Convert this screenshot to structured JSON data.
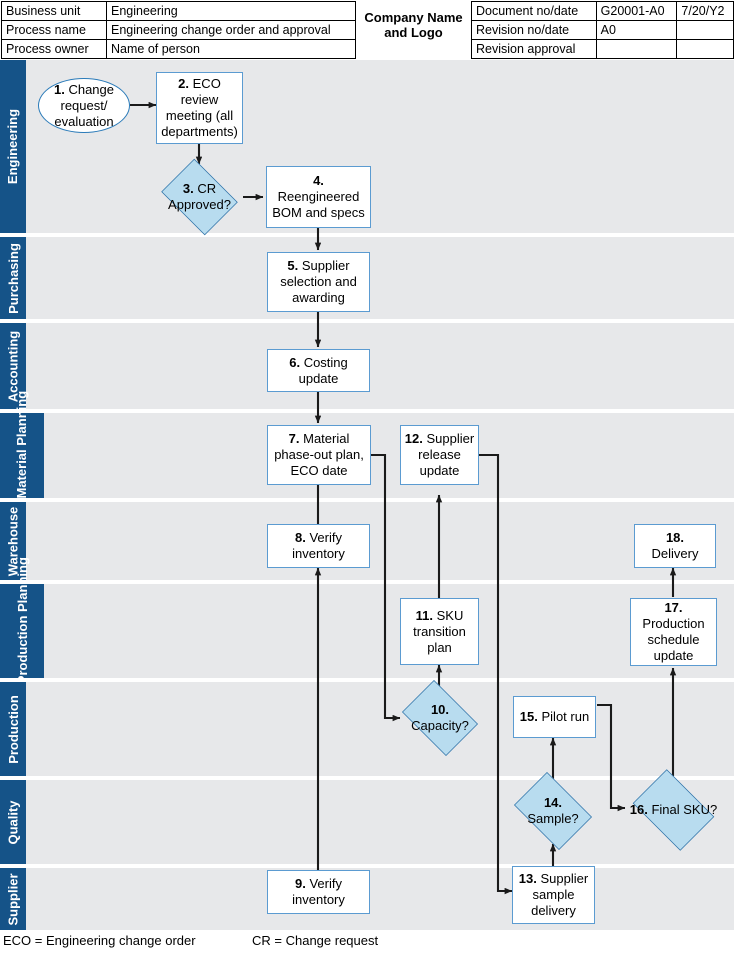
{
  "header": {
    "left_rows": [
      {
        "key": "Business unit",
        "value": "Engineering"
      },
      {
        "key": "Process name",
        "value": "Engineering change order and approval"
      },
      {
        "key": "Process owner",
        "value": "Name of person"
      }
    ],
    "company_title": "Company Name and Logo",
    "right_rows": [
      {
        "key": "Document no/date",
        "value": "G20001-A0",
        "value2": "7/20/Y2"
      },
      {
        "key": "Revision no/date",
        "value": "A0",
        "value2": ""
      },
      {
        "key": "Revision approval",
        "value": "",
        "value2": ""
      }
    ]
  },
  "lanes": [
    {
      "id": "engineering",
      "label": "Engineering"
    },
    {
      "id": "purchasing",
      "label": "Purchasing"
    },
    {
      "id": "accounting",
      "label": "Accounting"
    },
    {
      "id": "sc-material-planning",
      "label": "SC Material Planning"
    },
    {
      "id": "warehouse",
      "label": "Warehouse"
    },
    {
      "id": "sc-production-planning",
      "label": "SC Production Planning"
    },
    {
      "id": "production",
      "label": "Production"
    },
    {
      "id": "quality",
      "label": "Quality"
    },
    {
      "id": "supplier",
      "label": "Supplier"
    }
  ],
  "nodes": [
    {
      "id": 1,
      "num": "1.",
      "text": "Change request/ evaluation",
      "shape": "terminator",
      "lane": "engineering"
    },
    {
      "id": 2,
      "num": "2.",
      "text": "ECO review meeting (all departments)",
      "shape": "process",
      "lane": "engineering"
    },
    {
      "id": 3,
      "num": "3.",
      "text": "CR Approved?",
      "shape": "decision",
      "lane": "engineering"
    },
    {
      "id": 4,
      "num": "4.",
      "text": "Reengineered BOM and specs",
      "shape": "process",
      "lane": "engineering"
    },
    {
      "id": 5,
      "num": "5.",
      "text": "Supplier selection and awarding",
      "shape": "process",
      "lane": "purchasing"
    },
    {
      "id": 6,
      "num": "6.",
      "text": "Costing update",
      "shape": "process",
      "lane": "accounting"
    },
    {
      "id": 7,
      "num": "7.",
      "text": "Material phase-out plan, ECO date",
      "shape": "process",
      "lane": "sc-material-planning"
    },
    {
      "id": 8,
      "num": "8.",
      "text": "Verify inventory",
      "shape": "process",
      "lane": "warehouse"
    },
    {
      "id": 9,
      "num": "9.",
      "text": "Verify inventory",
      "shape": "process",
      "lane": "supplier"
    },
    {
      "id": 10,
      "num": "10.",
      "text": "Capacity?",
      "shape": "decision",
      "lane": "production"
    },
    {
      "id": 11,
      "num": "11.",
      "text": "SKU transition plan",
      "shape": "process",
      "lane": "sc-production-planning"
    },
    {
      "id": 12,
      "num": "12.",
      "text": "Supplier release update",
      "shape": "process",
      "lane": "sc-material-planning"
    },
    {
      "id": 13,
      "num": "13.",
      "text": "Supplier sample delivery",
      "shape": "process",
      "lane": "supplier"
    },
    {
      "id": 14,
      "num": "14.",
      "text": "Sample?",
      "shape": "decision",
      "lane": "quality"
    },
    {
      "id": 15,
      "num": "15.",
      "text": "Pilot run",
      "shape": "process",
      "lane": "production"
    },
    {
      "id": 16,
      "num": "16.",
      "text": "Final SKU?",
      "shape": "decision",
      "lane": "quality"
    },
    {
      "id": 17,
      "num": "17.",
      "text": "Production schedule update",
      "shape": "process",
      "lane": "sc-production-planning"
    },
    {
      "id": 18,
      "num": "18.",
      "text": "Delivery",
      "shape": "process",
      "lane": "warehouse"
    }
  ],
  "legend": {
    "eco": "ECO = Engineering change order",
    "cr": "CR = Change request"
  },
  "colors": {
    "lane_header": "#155388",
    "lane_body": "#e7e8ea",
    "node_border": "#5b9bd1",
    "decision_fill": "#b8dcef",
    "decision_border": "#2b6ea5",
    "connector": "#1a1a1a"
  }
}
